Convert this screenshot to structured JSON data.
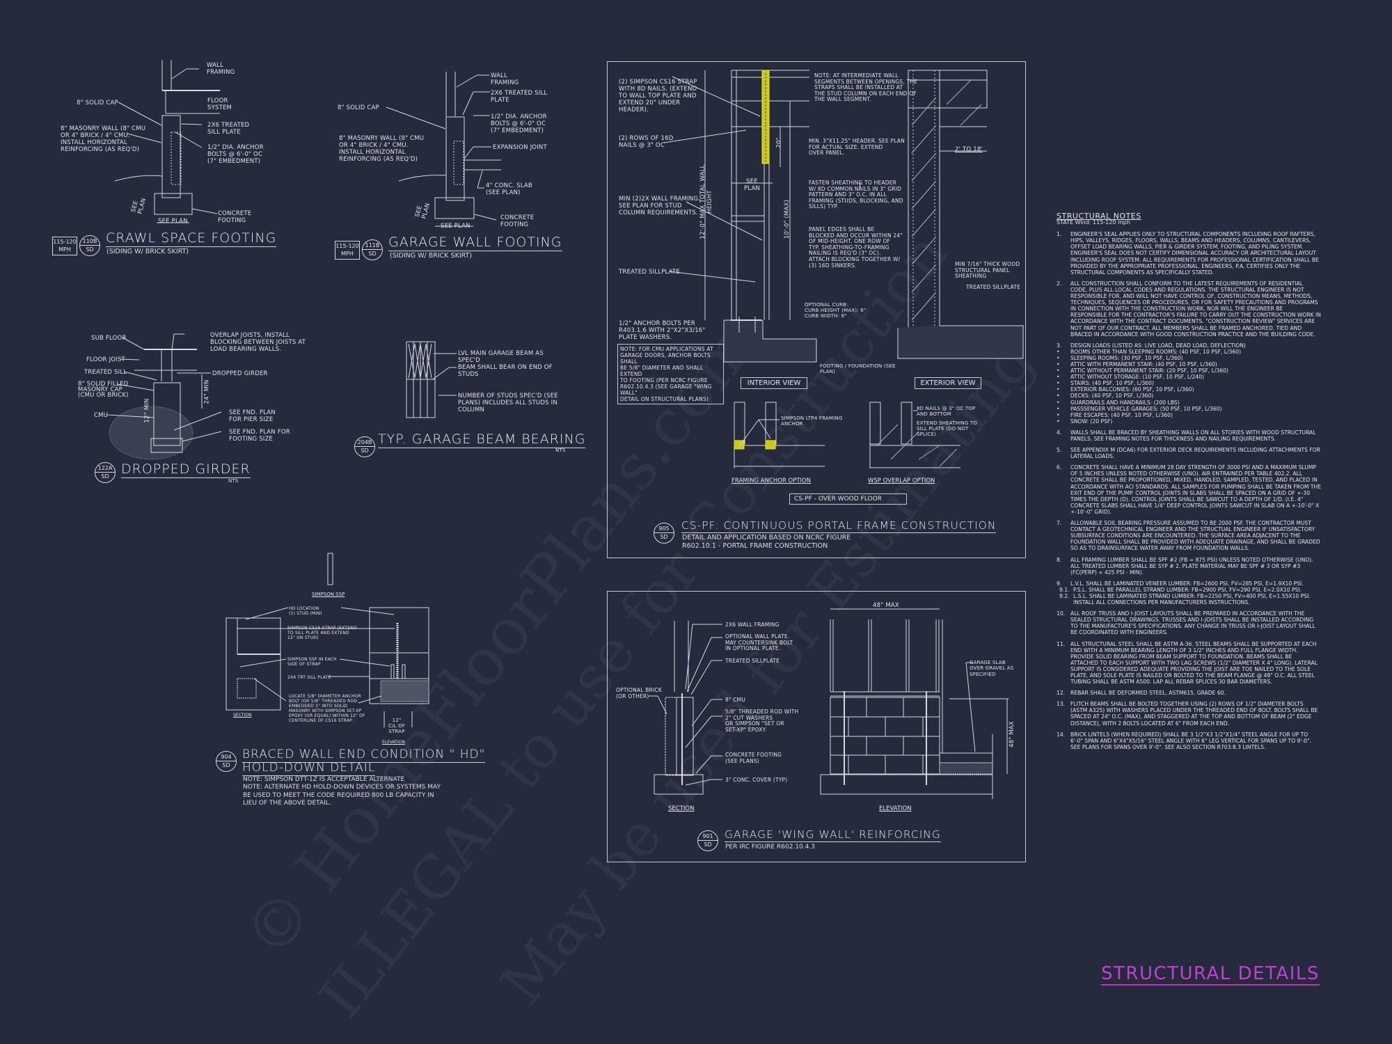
{
  "sheet": {
    "title": "STRUCTURAL DETAILS",
    "title_color": "#c43fd4",
    "background": "#252a3d",
    "line_color": "#d8d8e0",
    "highlight_color": "#e8e81a"
  },
  "watermark": {
    "lines": [
      "© HomeFloorPlans.com",
      "ILLEGAL to use for Construction",
      "May be used for Estimating"
    ]
  },
  "details": {
    "crawl_space": {
      "mph": "115-120\nMPH",
      "bubble_top": "110B",
      "bubble_bottom": "SD",
      "title": "CRAWL SPACE FOOTING",
      "subtitle": "(SIDING W/ BRICK SKIRT)",
      "labels": {
        "wall_framing": "WALL\nFRAMING",
        "solid_cap": "8\" SOLID CAP",
        "floor_system": "FLOOR\nSYSTEM",
        "masonry_wall": "8\" MASONRY WALL (8\" CMU\nOR 4\" BRICK / 4\" CMU.\nINSTALL HORIZONTAL\nREINFORCING (AS REQ'D)",
        "sill_plate": "2x6 TREATED\nSILL PLATE",
        "anchor_bolts": "1/2\" DIA. ANCHOR\nBOLTS @ 6'-0\" OC\n(7\" EMBEDMENT)",
        "see_plan_v": "SEE\nPLAN",
        "see_plan": "SEE PLAN",
        "footing": "CONCRETE\nFOOTING"
      }
    },
    "garage_wall": {
      "mph": "115-120\nMPH",
      "bubble_top": "111B",
      "bubble_bottom": "SD",
      "title": "GARAGE WALL FOOTING",
      "subtitle": "(SIDING W/ BRICK SKIRT)",
      "labels": {
        "wall_framing": "WALL\nFRAMING",
        "sill_plate": "2x6 TREATED SILL\nPLATE",
        "solid_cap": "8\" SOLID CAP",
        "anchor_bolts": "1/2\" DIA. ANCHOR\nBOLTS @ 6'-0\" OC\n(7\" EMBEDMENT)",
        "masonry_wall": "8\" MASONRY WALL (8\" CMU\nOR 4\" BRICK / 4\" CMU.\nINSTALL HORIZONTAL\nREINFORCING (AS REQ'D)",
        "expansion_joint": "EXPANSION JOINT",
        "slab": "4\" CONC. SLAB\n(SEE PLAN)",
        "see_plan_v": "SEE\nPLAN",
        "see_plan": "SEE PLAN",
        "footing": "CONCRETE\nFOOTING"
      }
    },
    "dropped_girder": {
      "bubble_top": "122A",
      "bubble_bottom": "SD",
      "title": "DROPPED GIRDER",
      "scale": "NTS",
      "labels": {
        "sub_floor": "SUB FLOOR",
        "overlap": "OVERLAP JOISTS, INSTALL\nBLOCKING BETWEEN JOISTS AT\nLOAD BEARING WALLS.",
        "floor_joist": "FLOOR JOIST",
        "treated_sill": "TREATED SILL",
        "dropped_girder": "DROPPED GIRDER",
        "masonry_cap": "8\" SOLID FILLED\nMASONRY CAP\n(CMU OR BRICK)",
        "min12": "12\" MIN",
        "min24": "24\" MIN",
        "cmu": "CMU",
        "pier_size": "SEE FND. PLAN\nFOR PIER SIZE",
        "footing_size": "SEE FND. PLAN FOR\nFOOTING SIZE"
      }
    },
    "garage_beam": {
      "bubble_top": "204B",
      "bubble_bottom": "SD",
      "title": "TYP. GARAGE BEAM BEARING",
      "scale": "NTS",
      "labels": {
        "lvl": "LVL MAIN GARAGE BEAM  AS\nSPEC'D",
        "bear": "BEAM SHALL BEAR ON END OF\nSTUDS",
        "studs": "NUMBER OF STUDS SPEC'D (SEE\nPLANS) INCLUDES ALL STUDS IN\nCOLUMN"
      }
    },
    "hold_down": {
      "bubble_top": "904",
      "bubble_bottom": "SD",
      "title_line1": "BRACED WALL END CONDITION \" HD\"",
      "title_line2": "HOLD-DOWN DETAIL",
      "notes": [
        "NOTE: SIMPSON DTT-1Z IS ACCEPTABLE ALTERNATE",
        "NOTE: ALTERNATE HD HOLD-DOWN DEVICES OR SYSTEMS MAY\nBE USED TO MEET THE CODE REQUIRED 800 LB CAPACITY IN\nLIEU OF THE ABOVE DETAIL."
      ],
      "labels": {
        "ssp": "SIMPSON SSP",
        "hd_location": "HD LOCATION\n(1) STUD (MIN)",
        "cs16": "SIMPSON CS16 STRAP (EXTEND\nTO SILL PLATE AND EXTEND\n12\" ON STUD)",
        "ssp_each": "SIMPSON SSP IN EACH\nSIDE OF STRAP",
        "sill": "2x6 TRT SILL PLATE",
        "anchor": "LOCATE 5/8\" DIAMETER ANCHOR\nBOLT (OR 5/8\" THREADED ROD\nEMBEDDED 5\" INTO SOLID\nMASONRY WITH SIMPSON SET-XP\nEPOXY (OR EQUAL) WITHIN 12\" OF\nCENTERLINE OF CS16 STRAP.",
        "section": "SECTION",
        "cl_strap": "12\"\nC/L OF\nSTRAP",
        "elevation": "ELEVATION"
      }
    },
    "portal_frame": {
      "bubble_top": "905",
      "bubble_bottom": "SD",
      "title": "CS-PF: CONTINUOUS PORTAL FRAME CONSTRUCTION",
      "subtitle": "DETAIL AND APPLICATION BASED ON NCRC FIGURE\nR602.10.1 - PORTAL FRAME CONSTRUCTION",
      "labels": {
        "strap": "(2) SIMPSON CS16 STRAP\nWITH 8d NAILS. (EXTEND\nTO WALL TOP PLATE AND\nEXTEND 20\" UNDER\nHEADER).",
        "nails": "(2) ROWS OF 16d\nNAILS @ 3\" OC",
        "framing": "MIN (2)2X WALL FRAMING.\nSEE PLAN FOR STUD\nCOLUMN REQUIREMENTS.",
        "treated_sill": "TREATED SILLPLATE",
        "anchor": "1/2\" ANCHOR BOLTS PER\nR403.1.6 WITH 2\"x2\"x3/16\"\nPLATE WASHERS.",
        "cmu_note": "NOTE: FOR CMU APPLICATIONS AT\nGARAGE DOORS, ANCHOR BOLTS SHALL\nBE 5/8\" DIAMETER AND SHALL EXTEND\nTO FOOTING (PER NCRC FIGURE\nR602.10.4.3 (SEE GARAGE \"WING WALL\"\nDETAIL ON STRUCTURAL PLANS)",
        "max_total": "12'-0\" MAX TOTAL WALL HEIGHT",
        "max_10": "10'-0\" (MAX)",
        "dim_20": "20\"",
        "see_plan": "SEE\nPLAN",
        "intermediate": "NOTE: AT INTERMEDIATE WALL\nSEGMENTS BETWEEN OPENINGS, THE\nSTRAPS SHALL BE INSTALLED AT\nTHE STUD COLUMN ON EACH END OF\nTHE WALL SEGMENT.",
        "header": "MIN. 3\"x11.25\" HEADER. SEE PLAN\nFOR ACTUAL SIZE. EXTEND\nOVER PANEL.",
        "fasten": "FASTEN SHEATHING TO HEADER\nW/ 8d COMMON NAILS IN 3\" GRID\nPATTERN AND 3\" O.C. IN ALL\nFRAMING (STUDS, BLOCKING, AND\nSILLS) TYP.",
        "panel_edges": "PANEL EDGES SHALL BE\nBLOCKED AND OCCUR WITHIN 24\"\nOF MID-HEIGHT.  ONE ROW OF\nTYP. SHEATHING-TO-FRAMING\nNAILING IS REQ'D (3\" OC).\nATTACH BLOCKING TOGETHER W/\n(3) 16d SINKERS.",
        "curb": "OPTIONAL CURB:\nCURB HEIGHT (MAX): 6\"\nCURB WIDTH: 8\"",
        "footing": "FOOTING / FOUNDATION (SEE\nPLAN)",
        "span": "2' TO 18'",
        "sheathing": "MIN 7/16\" THICK WOOD\nSTRUCTURAL PANEL\nSHEATHING",
        "treated_sill_r": "TREATED SILLPLATE",
        "interior_view": "INTERIOR VIEW",
        "exterior_view": "EXTERIOR VIEW",
        "ltp4": "SIMPSON LTP4 FRAMING\nANCHOR",
        "nails_8d": "8d NAILS @ 3\" OC TOP\nAND BOTTOM",
        "extend_sheathing": "EXTEND SHEATHING TO\nSILL PLATE (DO NOT\nSPLICE)",
        "framing_anchor_option": "FRAMING ANCHOR OPTION",
        "wsp_overlap_option": "WSP OVERLAP OPTION",
        "over_wood_floor": "CS-PF - OVER WOOD FLOOR"
      }
    },
    "wing_wall": {
      "bubble_top": "901",
      "bubble_bottom": "SD",
      "title": "GARAGE 'WING WALL' REINFORCING",
      "subtitle": "PER IRC FIGURE R602.10.4.3",
      "labels": {
        "wall_framing": "2x6 WALL FRAMING",
        "wall_plate": "OPTIONAL WALL PLATE.\nMAY COUNTERSINK BOLT\nIN OPTIONAL PLATE.",
        "sillplate": "TREATED SILLPLATE",
        "brick": "OPTIONAL BRICK\n(OR OTHER)",
        "cmu": "8\" CMU",
        "rod": "5/8\" THREADED ROD WITH\n2\" CUT WASHERS\nOR SIMPSON \"SET OR\nSET-XP\" EPOXY.",
        "footing": "CONCRETE FOOTING\n(SEE PLANS)",
        "cover": "3\" CONC. COVER (TYP)",
        "max48": "48\" MAX",
        "max48v": "48\" MAX",
        "slab": "GARAGE SLAB\nOVER GRAVEL AS\nSPECIFIED",
        "section": "SECTION",
        "elevation": "ELEVATION"
      }
    }
  },
  "structural_notes": {
    "heading": "STRUCTURAL NOTES",
    "state_wind": "STATE Wind: 115-120 mph",
    "items": [
      {
        "n": "1.",
        "text": "ENGINEER'S SEAL APPLIES ONLY TO STRUCTURAL COMPONENTS INCLUDING ROOF RAFTERS, HIPS, VALLEYS, RIDGES, FLOORS, WALLS, BEAMS AND HEADERS, COLUMNS, CANTILEVERS, OFFSET LOAD BEARING WALLS, PIER & GIRDER SYSTEM, FOOTING, AND PILING SYSTEM.  ENGINEER'S SEAL DOES NOT CERTIFY DIMENSIONAL ACCURACY OR ARCHITECTURAL LAYOUT INCLUDING ROOF SYSTEM. ALL REQUIREMENTS FOR PROFESSIONAL CERTIFICATION SHALL BE PROVIDED BY THE APPROPRIATE PROFESSIONAL.  ENGINEERS, P.A. CERTIFIES ONLY THE STRUCTURAL COMPONENTS AS SPECIFICALLY STATED."
      },
      {
        "n": "2.",
        "text": "ALL CONSTRUCTION SHALL CONFORM TO THE LATEST REQUIREMENTS OF RESIDENTIAL CODE, PLUS ALL LOCAL CODES AND REGULATIONS. THE STRUCTURAL ENGINEER IS NOT RESPONSIBLE FOR, AND WILL NOT HAVE CONTROL OF, CONSTRUCTION MEANS, METHODS, TECHNIQUES, SEQUENCES OR PROCEDURES, OR FOR SAFETY PRECAUTIONS AND PROGRAMS IN CONNECTION WITH THE CONSTRUCTION WORK, NOR WILL THE ENGINEER BE RESPONSIBLE FOR THE CONTRACTOR'S FAILURE TO CARRY OUT THE CONSTRUCTION WORK IN ACCORDANCE WITH THE CONTRACT DOCUMENTS. \"CONSTRUCTION REVIEW\" SERVICES ARE NOT PART OF OUR CONTRACT. ALL MEMBERS SHALL BE FRAMED ANCHORED, TIED AND BRACED IN ACCORDANCE WITH GOOD CONSTRUCTION PRACTICE AND THE BUILDING CODE."
      },
      {
        "n": "3.",
        "text": "DESIGN LOADS (LISTED AS: LIVE LOAD, DEAD LOAD, DEFLECTION)",
        "bullets": [
          "ROOMS OTHER THAN SLEEPING ROOMS: (40 PSF, 10 PSF, L/360)",
          "SLEEPING ROOMS: (30 PSF, 10 PSF, L/360)",
          "ATTIC WITH PERMANENT STAIR: (40 PSF, 10 PSF, L/360)",
          "ATTIC WITHOUT PERMANENT STAIR: (20 PSF, 10 PSF, L/360)",
          "ATTIC WITHOUT STORAGE: (10 PSF, 10 PSF, L/240)",
          "STAIRS: (40 PSF, 10 PSF, L/360)",
          "EXTERIOR BALCONIES: (60 PSF, 10 PSF, L/360)",
          "DECKS: (40 PSF, 10 PSF, L/360)",
          "GUARDRAILS AND HANDRAILS: (200 LBS)",
          "PASSSENGER VEHICLE GARAGES: (50 PSF, 10 PSF, L/360)",
          "FIRE ESCAPES: (40 PSF, 10 PSF, L/360)",
          "SNOW: (20 PSF)"
        ]
      },
      {
        "n": "4.",
        "text": "WALLS SHALL BE BRACED BY SHEATHING WALLS ON ALL STORIES WITH WOOD STRUCTURAL PANELS. SEE FRAMING NOTES FOR THICKNESS AND NAILING REQUIREMENTS."
      },
      {
        "n": "5.",
        "text": "SEE APPENDIX M (DCA6) FOR EXTERIOR DECK REQUIREMENTS INCLUDING ATTACHMENTS FOR LATERAL LOADS."
      },
      {
        "n": "6.",
        "text": "CONCRETE SHALL HAVE A MINIMUM 28 DAY STRENGTH OF 3000 PSI AND A MAXIMUM SLUMP OF 5 INCHES UNLESS NOTED OTHERWISE (UNO). AIR ENTRAINED PER TABLE 402.2. ALL CONCRETE SHALL BE PROPORTIONED, MIXED, HANDLED, SAMPLED, TESTED, AND PLACED IN ACCORDANCE WITH ACI STANDARDS. ALL SAMPLES FOR PUMPING SHALL BE TAKEN FROM THE EXIT END OF THE PUMP. CONTROL JOINTS IN SLABS SHALL BE SPACED ON A GRID OF +-30 TIMES THE DEPTH (D). CONTROL JOINTS SHALL BE SAWCUT TO A DEPTH OF 1/D. (I.E. 4\" CONCRETE SLABS SHALL HAVE 1/4\" DEEP CONTROL JOINTS SAWCUT IN SLAB ON A +-10'-0\" x +-10'-0\" GRID)."
      },
      {
        "n": "7.",
        "text": "ALLOWABLE SOIL BEARING PRESSURE ASSUMED TO BE 2000 PSF. THE CONTRACTOR MUST CONTACT A GEOTECHNICAL ENGINEER AND THE STRUCTUAL ENGINEER IF UNSATISFACTORY SUBSURFACE CONDITIONS ARE ENCOUNTERED. THE SURFACE AREA ADJACENT TO THE FOUNDATION WALL SHALL BE PROVIDED WITH ADEQUATE DRAINAGE, AND SHALL BE GRADED SO AS TO DRAINSURFACE WATER AWAY FROM FOUNDATION WALLS."
      },
      {
        "n": "8.",
        "text": "ALL FRAMING LUMBER SHALL BE SPF #2 (Fb = 875 PSI) UNLESS NOTED OTHERWISE (UNO). ALL TREATED LUMBER SHALL BE SYP # 2. PLATE MATERIAL MAY BE SPF # 3 OR SYP #3 (Fc(perp) = 425 PSI - MIN)."
      },
      {
        "n": "9.",
        "text": "L.V.L.  SHALL BE LAMINATED VENEER LUMBER: Fb=2600 PSI, Fv=285 PSI, E=1.9x10  PSI.",
        "subs": [
          {
            "n": "9.1.",
            "text": "P.S.L.  SHALL BE PARALLEL STRAND LUMBER: Fb=2900 PSI, Fv=290 PSI, E=2.0x10  PSI."
          },
          {
            "n": "9.2.",
            "text": "L.S.L.  SHALL BE LAMINATED STRAND LUMBER: Fb=2250 PSI, Fv=400 PSI, E=1.55x10  PSI. INSTALL ALL CONNECTIONS PER MANUFACTURERS INSTRUCTIONS."
          }
        ]
      },
      {
        "n": "10.",
        "text": "ALL ROOF TRUSS AND I-JOIST LAYOUTS SHALL BE PREPARED IN ACCORDANCE WITH THE SEALED STRUCTURAL DRAWINGS. TRUSSES AND I-JOISTS SHALL BE INSTALLED ACCORDING TO THE MANUFACTURE'S SPECIFICATIONS. ANY CHANGE IN TRUSS OR I-JOIST LAYOUT SHALL BE COORDINATED WITH  ENGINEERS."
      },
      {
        "n": "11.",
        "text": "ALL STRUCTURAL STEEL SHALL BE ASTM A-36. STEEL BEAMS SHALL BE SUPPORTED AT EACH END WITH A MINIMUM BEARING LENGTH OF 3 1/2\" INCHES AND FULL FLANGE WIDTH. PROVIDE SOLID BEARING FROM BEAM SUPPORT TO FOUNDATION.  BEAMS SHALL BE ATTACHED TO EACH SUPPORT WITH TWO LAG SCREWS (1/2\" DIAMETER x 4\" LONG). LATERAL SUPPORT IS CONSIDERED ADEQUATE PROVIDING THE JOIST ARE TOE NAILED TO THE SOLE PLATE, AND SOLE PLATE IS NAILED OR BOLTED TO THE BEAM FLANGE @ 48\" O.C. ALL STEEL TUBING SHALL BE ASTM A500. LAP ALL REBAR SPLICES 30 BAR DIAMETERS."
      },
      {
        "n": "12.",
        "text": "REBAR SHALL BE DEFORMED STEEL, ASTM615, GRADE 60."
      },
      {
        "n": "13.",
        "text": "FLITCH BEAMS SHALL BE BOLTED TOGETHER USING (2) ROWS OF 1/2\" DIAMETER BOLTS (ASTM A325) WITH WASHERS PLACED UNDER THE THREADED END OF BOLT. BOLTS SHALL BE SPACED AT 24\" O.C. (MAX), AND STAGGERED AT THE TOP AND BOTTOM OF BEAM (2\" EDGE DISTANCE), WITH 2 BOLTS LOCATED AT 6\" FROM EACH END."
      },
      {
        "n": "14.",
        "text": "BRICK LINTELS (WHEN REQUIRED) SHALL BE 3 1/2\"x3 1/2\"x1/4\" STEEL ANGLE FOR UP TO 6'-0\" SPAN AND 6\"x4\"x5/16\" STEEL ANGLE WITH 6\" LEG VERTICAL FOR SPANS UP TO 9'-0\". SEE PLANS FOR SPANS OVER 9'-0\". SEE ALSO SECTION R703.8.3 LINTELS."
      }
    ]
  }
}
